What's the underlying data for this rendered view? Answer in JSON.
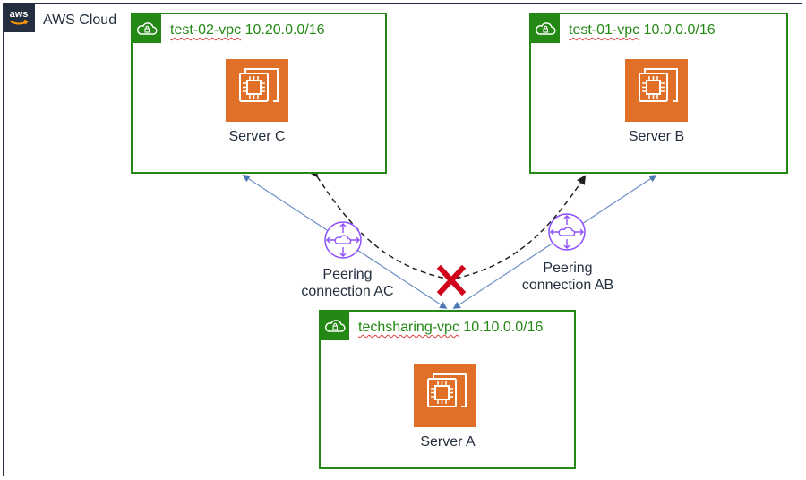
{
  "cloud": {
    "title": "AWS Cloud",
    "logo_text": "aws"
  },
  "vpcs": [
    {
      "name": "test-02-vpc",
      "cidr": "10.20.0.0/16",
      "server": "Server C"
    },
    {
      "name": "test-01-vpc",
      "cidr": "10.0.0.0/16",
      "server": "Server B"
    },
    {
      "name": "techsharing-vpc",
      "cidr": "10.10.0.0/16",
      "server": "Server A"
    }
  ],
  "peerings": [
    {
      "line1": "Peering",
      "line2": "connection AC"
    },
    {
      "line1": "Peering",
      "line2": "connection AB"
    }
  ],
  "icons": {
    "vpc": "vpc-cloud-lock-icon",
    "server": "ec2-instance-icon",
    "peering": "peering-connection-icon",
    "blocked": "blocked-x-icon"
  },
  "colors": {
    "cloud_border": "#232f3e",
    "vpc": "#248814",
    "ec2": "#e07028",
    "peering": "#8c4fff",
    "link": "#6d8fc4",
    "blocked": "#d0021b"
  }
}
